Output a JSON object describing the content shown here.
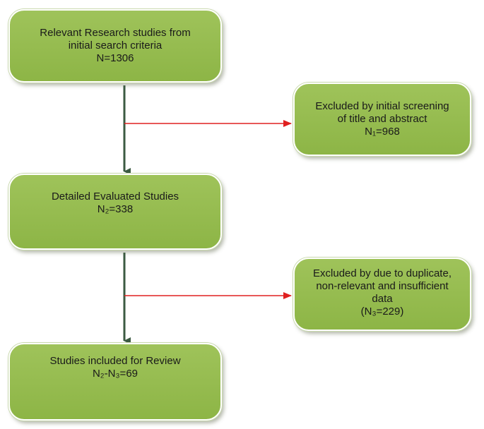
{
  "boxes": {
    "search": {
      "line1": "Relevant Research studies from",
      "line2": "initial search criteria",
      "line3": "N=1306"
    },
    "excluded_screening": {
      "line1": "Excluded by initial screening",
      "line2": "of title and abstract",
      "line3": "N₁=968"
    },
    "evaluated": {
      "line1": "Detailed Evaluated Studies",
      "line2": "N₂=338"
    },
    "excluded_duplicates": {
      "line1": "Excluded by due to duplicate,",
      "line2": "non-relevant and insufficient",
      "line3": "data",
      "line4": "(N₃=229)"
    },
    "final": {
      "line1": "Studies included for Review",
      "line2": "N₂-N₃=69"
    }
  },
  "colors": {
    "box_fill": "#95bc4f",
    "main_flow_arrow": "#3b5a42",
    "exclusion_arrow": "#e02020"
  }
}
